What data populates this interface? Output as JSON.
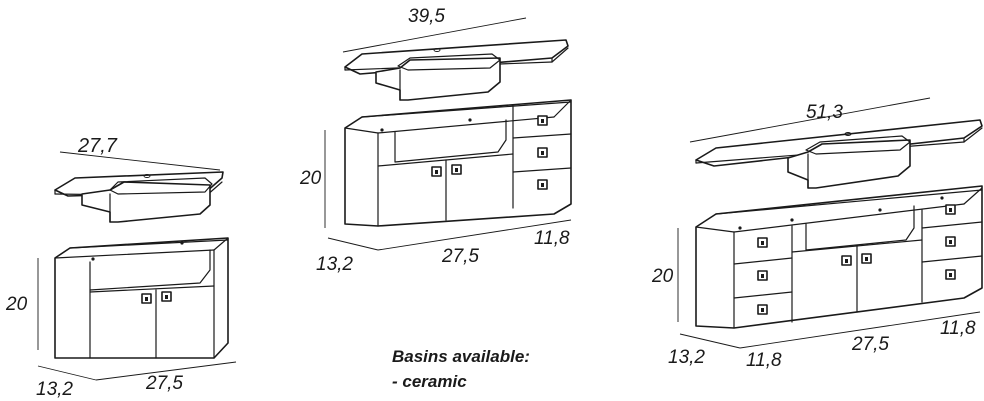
{
  "left_unit": {
    "top_width": "27,7",
    "height": "20",
    "depth": "13,2",
    "width": "27,5"
  },
  "middle_unit": {
    "top_width": "39,5",
    "height": "20",
    "depth": "13,2",
    "width": "27,5",
    "side_width": "11,8"
  },
  "right_unit": {
    "top_width": "51,3",
    "height": "20",
    "depth": "13,2",
    "side_width_left": "11,8",
    "width": "27,5",
    "side_width_right": "11,8"
  },
  "note": {
    "title": "Basins available:",
    "item": "- ceramic"
  }
}
